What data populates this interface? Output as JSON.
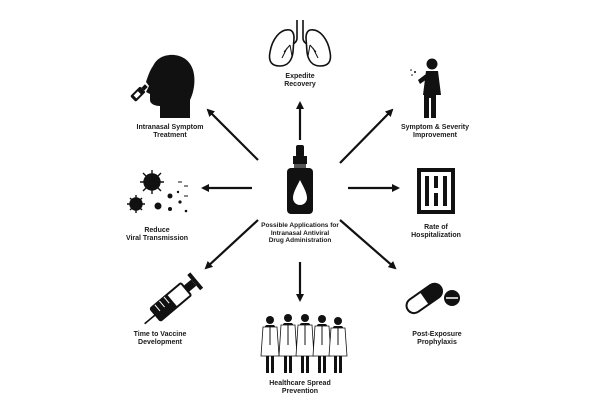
{
  "center": {
    "label": "Possible Applications for\nIntranasal Antiviral\nDrug Administration",
    "icon": "nasal-spray-bottle-icon"
  },
  "applications": [
    {
      "key": "expedite-recovery",
      "label": "Expedite\nRecovery",
      "icon": "lungs-icon"
    },
    {
      "key": "symptom-severity",
      "label": "Symptom & Severity\nImprovement",
      "icon": "coughing-person-icon"
    },
    {
      "key": "hospitalization",
      "label": "Rate of\nHospitalization",
      "icon": "hospital-sign-icon"
    },
    {
      "key": "post-exposure",
      "label": "Post-Exposure\nProphylaxis",
      "icon": "pills-icon"
    },
    {
      "key": "healthcare-spread",
      "label": "Healthcare Spread\nPrevention",
      "icon": "healthcare-workers-icon"
    },
    {
      "key": "vaccine-development",
      "label": "Time to Vaccine\nDevelopment",
      "icon": "syringe-icon"
    },
    {
      "key": "viral-transmission",
      "label": "Reduce\nViral Transmission",
      "icon": "virus-particles-icon"
    },
    {
      "key": "intranasal-treatment",
      "label": "Intranasal Symptom\nTreatment",
      "icon": "head-nasal-spray-icon"
    }
  ],
  "colors": {
    "ink": "#111111",
    "background": "#ffffff"
  }
}
